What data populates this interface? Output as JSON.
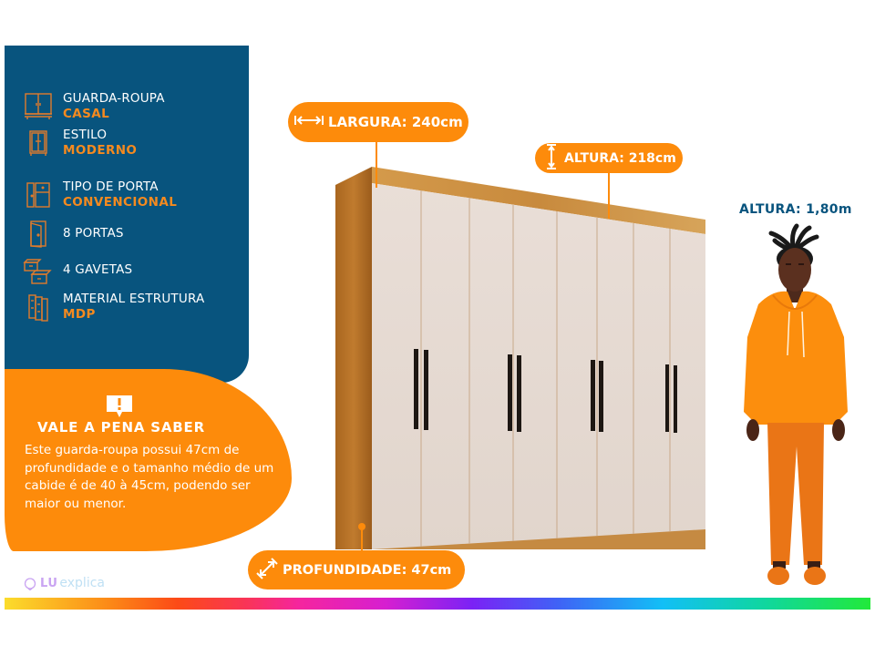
{
  "specs": {
    "items": [
      {
        "icon": "wardrobe-double-icon",
        "label": "GUARDA-ROUPA",
        "value": "CASAL"
      },
      {
        "icon": "wardrobe-style-icon",
        "label": "ESTILO",
        "value": "MODERNO"
      },
      {
        "icon": "door-type-icon",
        "label": "TIPO DE PORTA",
        "value": "CONVENCIONAL"
      },
      {
        "icon": "door-icon",
        "label": "8  PORTAS",
        "value": ""
      },
      {
        "icon": "drawers-icon",
        "label": "4 GAVETAS",
        "value": ""
      },
      {
        "icon": "material-panels-icon",
        "label": "MATERIAL ESTRUTURA",
        "value": "MDP"
      }
    ]
  },
  "info": {
    "icon": "alert-speech-icon",
    "title": "VALE A PENA SABER",
    "text": "Este guarda-roupa possui 47cm de profundidade e o tamanho médio de um cabide é de 40 à 45cm, podendo ser maior ou menor."
  },
  "dimensions": {
    "width": {
      "icon": "horizontal-arrow-icon",
      "label": "LARGURA: 240cm"
    },
    "height": {
      "icon": "vertical-arrow-icon",
      "label": "ALTURA: 218cm"
    },
    "depth": {
      "icon": "diagonal-arrow-icon",
      "label": "PROFUNDIDADE: 47cm"
    }
  },
  "person": {
    "label": "ALTURA: 1,80m"
  },
  "wardrobe": {
    "doors": 8,
    "handles": 4
  },
  "logo": {
    "brand": "LU",
    "suffix": "explica"
  },
  "colors": {
    "blue": "#08547e",
    "orange": "#fd8b0b",
    "accent_orange_text": "#f58a1f",
    "wood": "#b9772a",
    "door": "#e6dbd4"
  }
}
